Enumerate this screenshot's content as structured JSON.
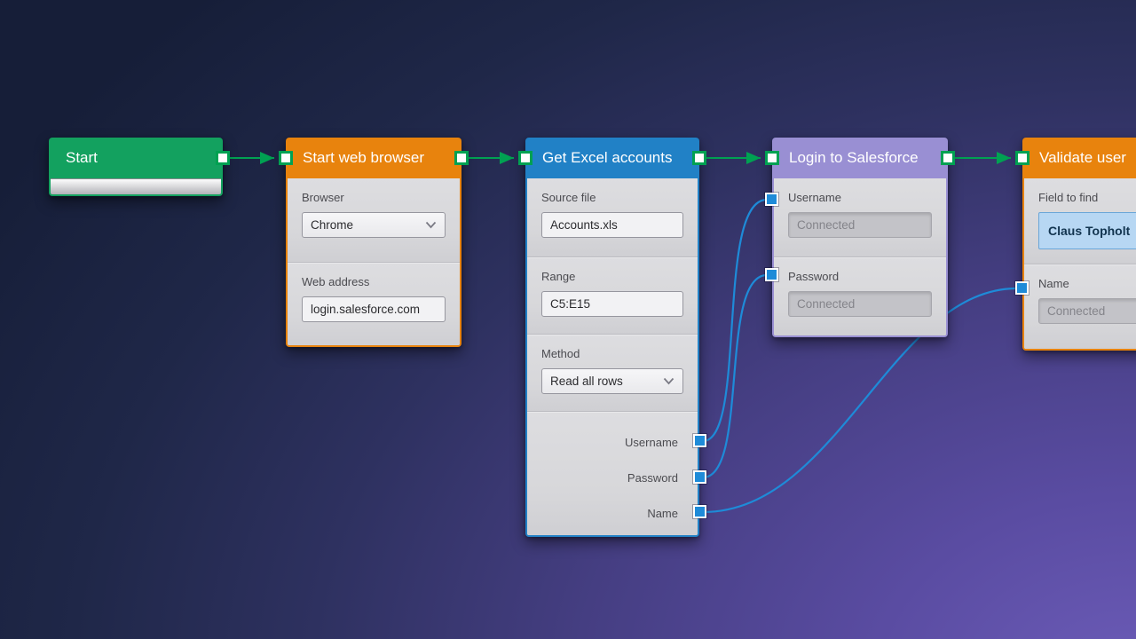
{
  "colors": {
    "node_green": "#13a15f",
    "node_orange": "#e8830d",
    "node_blue": "#2181c6",
    "node_purple": "#998fd3",
    "wire_green": "#00a152",
    "wire_blue": "#1e8bd8",
    "selection_blue": "#b7d7f3"
  },
  "nodes": {
    "start": {
      "title": "Start"
    },
    "browser": {
      "title": "Start web browser",
      "browser_label": "Browser",
      "browser_value": "Chrome",
      "address_label": "Web address",
      "address_value": "login.salesforce.com"
    },
    "excel": {
      "title": "Get Excel accounts",
      "source_label": "Source file",
      "source_value": "Accounts.xls",
      "range_label": "Range",
      "range_value": "C5:E15",
      "method_label": "Method",
      "method_value": "Read all rows",
      "outputs": [
        "Username",
        "Password",
        "Name"
      ]
    },
    "salesforce": {
      "title": "Login to Salesforce",
      "username_label": "Username",
      "username_value": "Connected",
      "password_label": "Password",
      "password_value": "Connected"
    },
    "validate": {
      "title": "Validate user",
      "field_label": "Field to find",
      "field_value": "Claus Topholt",
      "name_label": "Name",
      "name_value": "Connected"
    }
  }
}
